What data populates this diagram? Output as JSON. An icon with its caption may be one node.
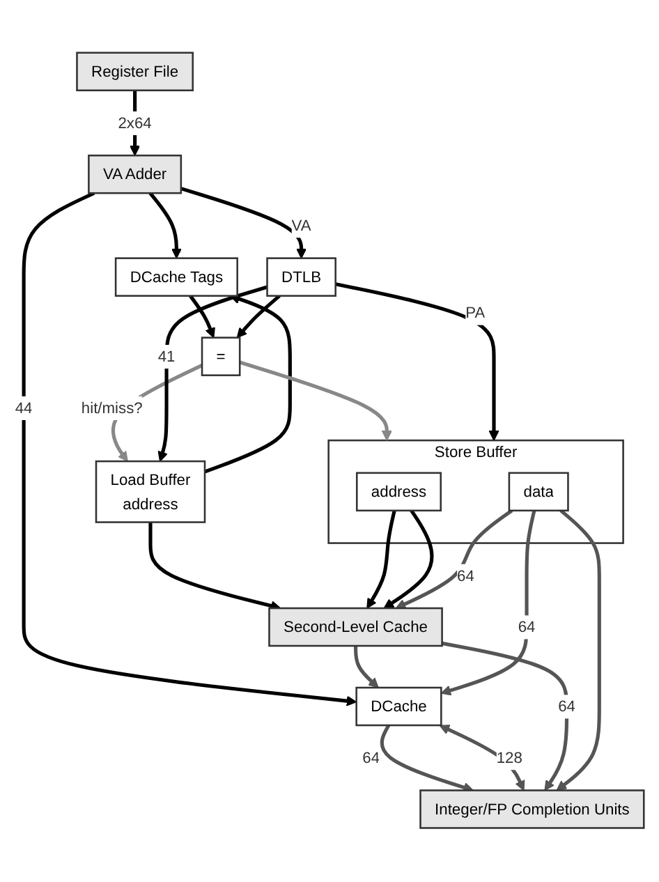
{
  "diagram": {
    "nodes": [
      {
        "text": [
          "Register File"
        ]
      },
      {
        "text": [
          "VA Adder"
        ]
      },
      {
        "text": [
          "DCache"
        ]
      },
      {
        "text": [
          "DCache Tags"
        ]
      },
      {
        "text": [
          "="
        ]
      },
      {
        "text": [
          "DTLB"
        ]
      },
      {
        "text": [
          "Load Buffer",
          "address"
        ]
      },
      {
        "text": [
          "Store Buffer"
        ]
      },
      {
        "text": [
          "address"
        ],
        "in": 7
      },
      {
        "text": [
          "data"
        ],
        "in": 7
      },
      {
        "text": [
          "Integer/FP Completion Units"
        ]
      },
      {
        "text": [
          "Second-Level Cache"
        ]
      }
    ],
    "edges": [
      {
        "from": 0,
        "to": 1,
        "arrow": "to",
        "label": "2x64"
      },
      {
        "from": 1,
        "to": 2,
        "arrow": "to",
        "label": "44"
      },
      {
        "from": 1,
        "to": 3,
        "arrow": "to"
      },
      {
        "from": 1,
        "to": 5,
        "arrow": "to",
        "label": "VA"
      },
      {
        "from": 3,
        "to": 4,
        "arrow": "to"
      },
      {
        "from": 5,
        "to": 4,
        "arrow": "to"
      },
      {
        "from": 4,
        "to": 6,
        "arrow": "to",
        "label": "hit/miss?",
        "color": "#888888"
      },
      {
        "from": 4,
        "to": 7,
        "arrow": "to",
        "color": "#888888"
      },
      {
        "from": 5,
        "to": 6,
        "arrow": "to",
        "label": "41"
      },
      {
        "from": 5,
        "to": 7,
        "arrow": "to",
        "label": "PA"
      },
      {
        "from": 6,
        "to": 3,
        "arrow": "to"
      },
      {
        "from": 2,
        "to": 10,
        "arrow": "to",
        "label": "64",
        "color": "#555555"
      },
      {
        "from": 2,
        "to": 10,
        "arrow": "both",
        "label": "128",
        "color": "#555555"
      },
      {
        "from": 11,
        "to": 2,
        "arrow": "to",
        "color": "#555555"
      },
      {
        "from": 11,
        "to": 10,
        "arrow": "to",
        "label": "64",
        "color": "#555555"
      },
      {
        "from": 9,
        "to": 2,
        "arrow": "to",
        "label": "64",
        "color": "#555555"
      },
      {
        "from": 9,
        "to": 10,
        "arrow": "to",
        "color": "#555555"
      },
      {
        "from": 6,
        "to": 11,
        "arrow": "to"
      },
      {
        "from": 8,
        "to": 11,
        "arrow": "to"
      },
      {
        "from": 8,
        "to": 11,
        "arrow": "to"
      },
      {
        "from": 9,
        "to": 11,
        "arrow": "to",
        "label": "64",
        "color": "#555555"
      }
    ]
  }
}
